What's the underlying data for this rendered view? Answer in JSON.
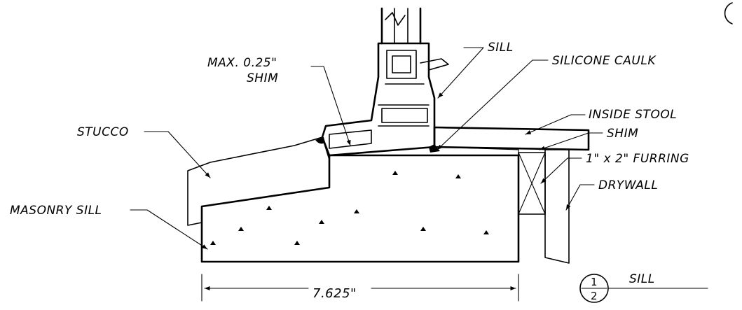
{
  "labels": {
    "shim_max_line1": "MAX. 0.25\"",
    "shim_max_line2": "SHIM",
    "sill": "SILL",
    "silicone_caulk": "SILICONE CAULK",
    "inside_stool": "INSIDE STOOL",
    "shim": "SHIM",
    "stucco": "STUCCO",
    "furring": "1\" x 2\" FURRING",
    "drywall": "DRYWALL",
    "masonry_sill": "MASONRY SILL"
  },
  "dimension": {
    "value": "7.625\""
  },
  "detail_tag": {
    "detail_number": "1",
    "sheet_number": "2",
    "title": "SILL"
  }
}
